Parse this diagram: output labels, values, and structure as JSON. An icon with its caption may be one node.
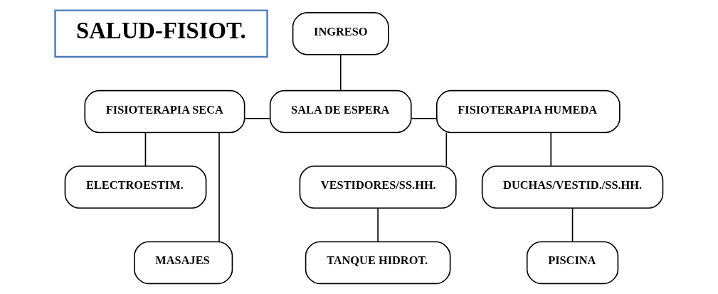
{
  "diagram": {
    "nodes": [
      {
        "text": [
          "SALUD-FISIOT."
        ]
      },
      {
        "text": [
          "INGRESO"
        ]
      },
      {
        "text": [
          "FISIOTERAPIA SECA"
        ]
      },
      {
        "text": [
          "SALA DE ESPERA"
        ]
      },
      {
        "text": [
          "FISIOTERAPIA HUMEDA"
        ]
      },
      {
        "text": [
          "ELECTROESTIM."
        ]
      },
      {
        "text": [
          "MASAJES"
        ]
      },
      {
        "text": [
          "VESTIDORES/SS.HH."
        ]
      },
      {
        "text": [
          "DUCHAS/VESTID./SS.HH."
        ]
      },
      {
        "text": [
          "TANQUE HIDROT."
        ]
      },
      {
        "text": [
          "PISCINA"
        ]
      }
    ],
    "edges": [
      {
        "from": 1,
        "to": 3,
        "arrow": "none"
      },
      {
        "from": 3,
        "to": 2,
        "arrow": "none"
      },
      {
        "from": 3,
        "to": 4,
        "arrow": "none"
      },
      {
        "from": 2,
        "to": 5,
        "arrow": "none"
      },
      {
        "from": 2,
        "to": 6,
        "arrow": "none"
      },
      {
        "from": 4,
        "to": 7,
        "arrow": "none"
      },
      {
        "from": 4,
        "to": 8,
        "arrow": "none"
      },
      {
        "from": 7,
        "to": 9,
        "arrow": "none"
      },
      {
        "from": 8,
        "to": 10,
        "arrow": "none"
      }
    ]
  }
}
